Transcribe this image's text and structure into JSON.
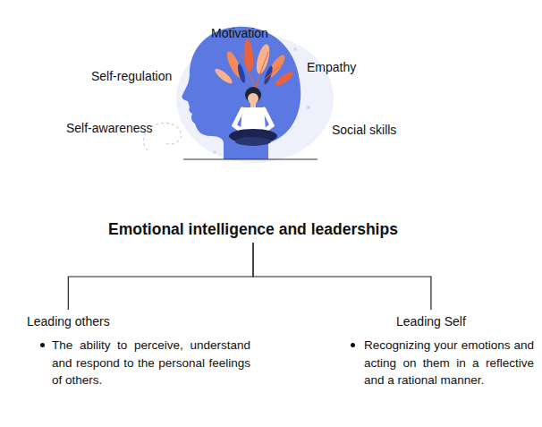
{
  "diagram": {
    "nodes": [
      {
        "text": [
          "Emotional intelligence and leaderships"
        ]
      },
      {
        "text": [
          "Leading others",
          "The ability to perceive, understand and respond to the personal feelings of others."
        ]
      },
      {
        "text": [
          "Leading Self",
          "Recognizing your emotions and acting on them in a reflective and a rational manner."
        ]
      }
    ],
    "edges": [
      {
        "from": 0,
        "to": 1,
        "arrow": "none"
      },
      {
        "from": 0,
        "to": 2,
        "arrow": "none"
      }
    ],
    "labels": [
      "Motivation",
      "Self-regulation",
      "Empathy",
      "Self-awareness",
      "Social skills"
    ]
  }
}
